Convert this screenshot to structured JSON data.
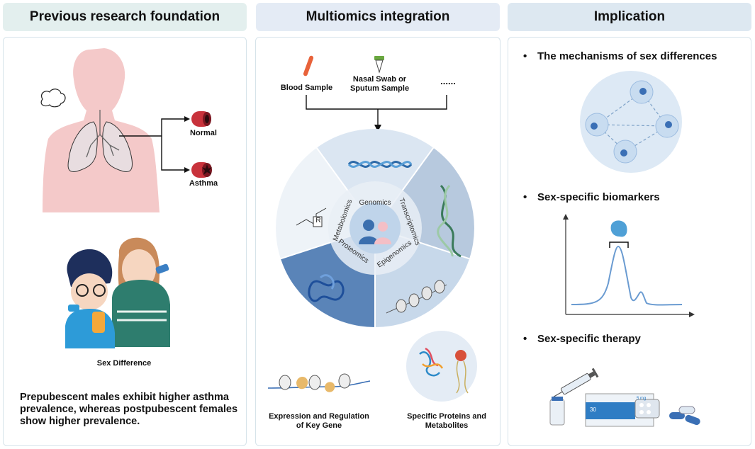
{
  "headers": {
    "left": "Previous research foundation",
    "middle": "Multiomics integration",
    "right": "Implication"
  },
  "left": {
    "normal_label": "Normal",
    "asthma_label": "Asthma",
    "children_caption": "Sex Difference",
    "finding_text": "Prepubescent males exhibit higher asthma prevalence, whereas postpubescent females show higher prevalence."
  },
  "middle": {
    "blood_sample": "Blood Sample",
    "nasal_sample_line1": "Nasal Swab or",
    "nasal_sample_line2": "Sputum Sample",
    "more_samples": "......",
    "omics": [
      "Genomics",
      "Transcriptomics",
      "Epigenomics",
      "Proteomics",
      "Metabolomics"
    ],
    "r_group": "R",
    "gene_caption_line1": "Expression and Regulation",
    "gene_caption_line2": "of Key Gene",
    "protein_caption_line1": "Specific Proteins and",
    "protein_caption_line2": "Metabolites"
  },
  "right": {
    "bullets": [
      "The mechanisms of sex differences",
      "Sex-specific biomarkers",
      "Sex-specific therapy"
    ],
    "bullet_symbol": "•",
    "box_dose": "5 mg",
    "box_number": "30"
  },
  "colors": {
    "header_left": "#e3efee",
    "header_middle": "#e4ebf5",
    "header_right": "#dde8f1",
    "body_pink": "#f4c9c9",
    "wheel_light": "#dbe6f2",
    "wheel_mid": "#c2d4e8",
    "wheel_dark": "#5a84b8",
    "accent_blue": "#3a6fb5",
    "peak_line": "#6a9bd1"
  }
}
